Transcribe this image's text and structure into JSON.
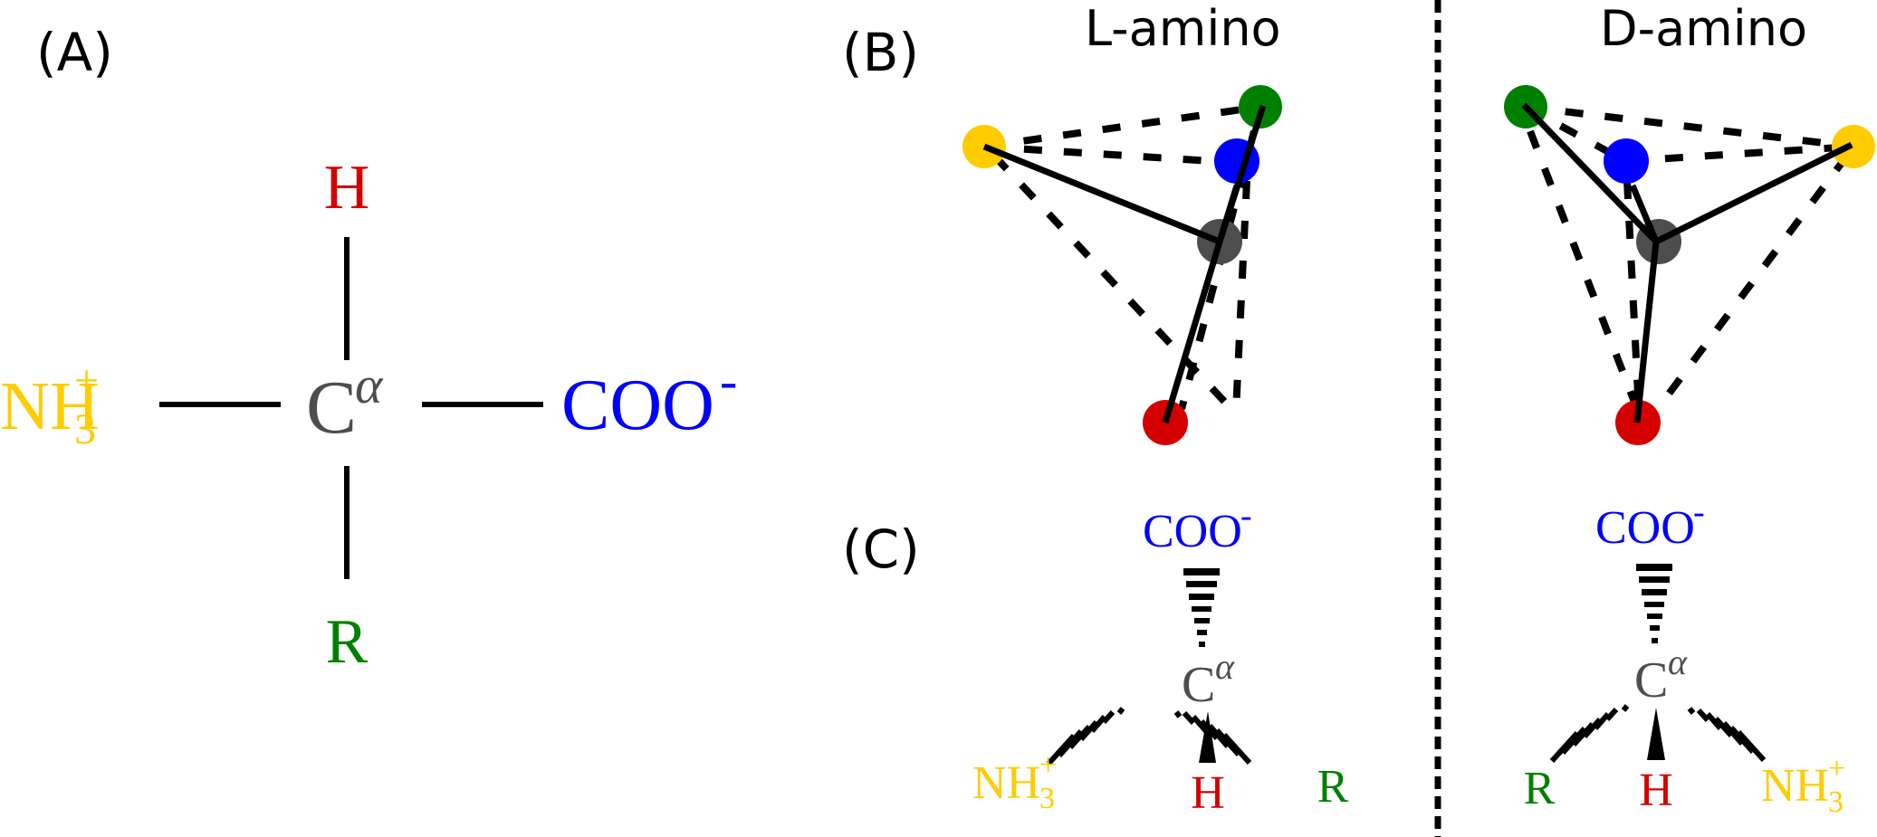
{
  "panels": {
    "a": {
      "label": "(A)"
    },
    "b": {
      "label": "(B)"
    },
    "c": {
      "label": "(C)"
    }
  },
  "headers": {
    "l_form": "L-amino",
    "d_form": "D-amino"
  },
  "groups": {
    "h": {
      "text": "H",
      "color": "#d40000"
    },
    "r": {
      "text": "R",
      "color": "#008000"
    },
    "amine": {
      "base": "NH",
      "sub": "3",
      "sup": "+",
      "color": "#ffcc00"
    },
    "carboxyl": {
      "base": "COO",
      "sup": "-",
      "color": "#0000ff"
    },
    "alpha_carbon": {
      "base": "C",
      "sup": "α",
      "color": "#4d4d4d"
    }
  },
  "atoms": {
    "colors": {
      "center": "#4d4d4d",
      "amine": "#ffcc00",
      "carboxyl": "#0000ff",
      "r": "#008000",
      "h": "#d40000"
    }
  },
  "divider": {
    "style": "dashed",
    "color": "#000000"
  }
}
